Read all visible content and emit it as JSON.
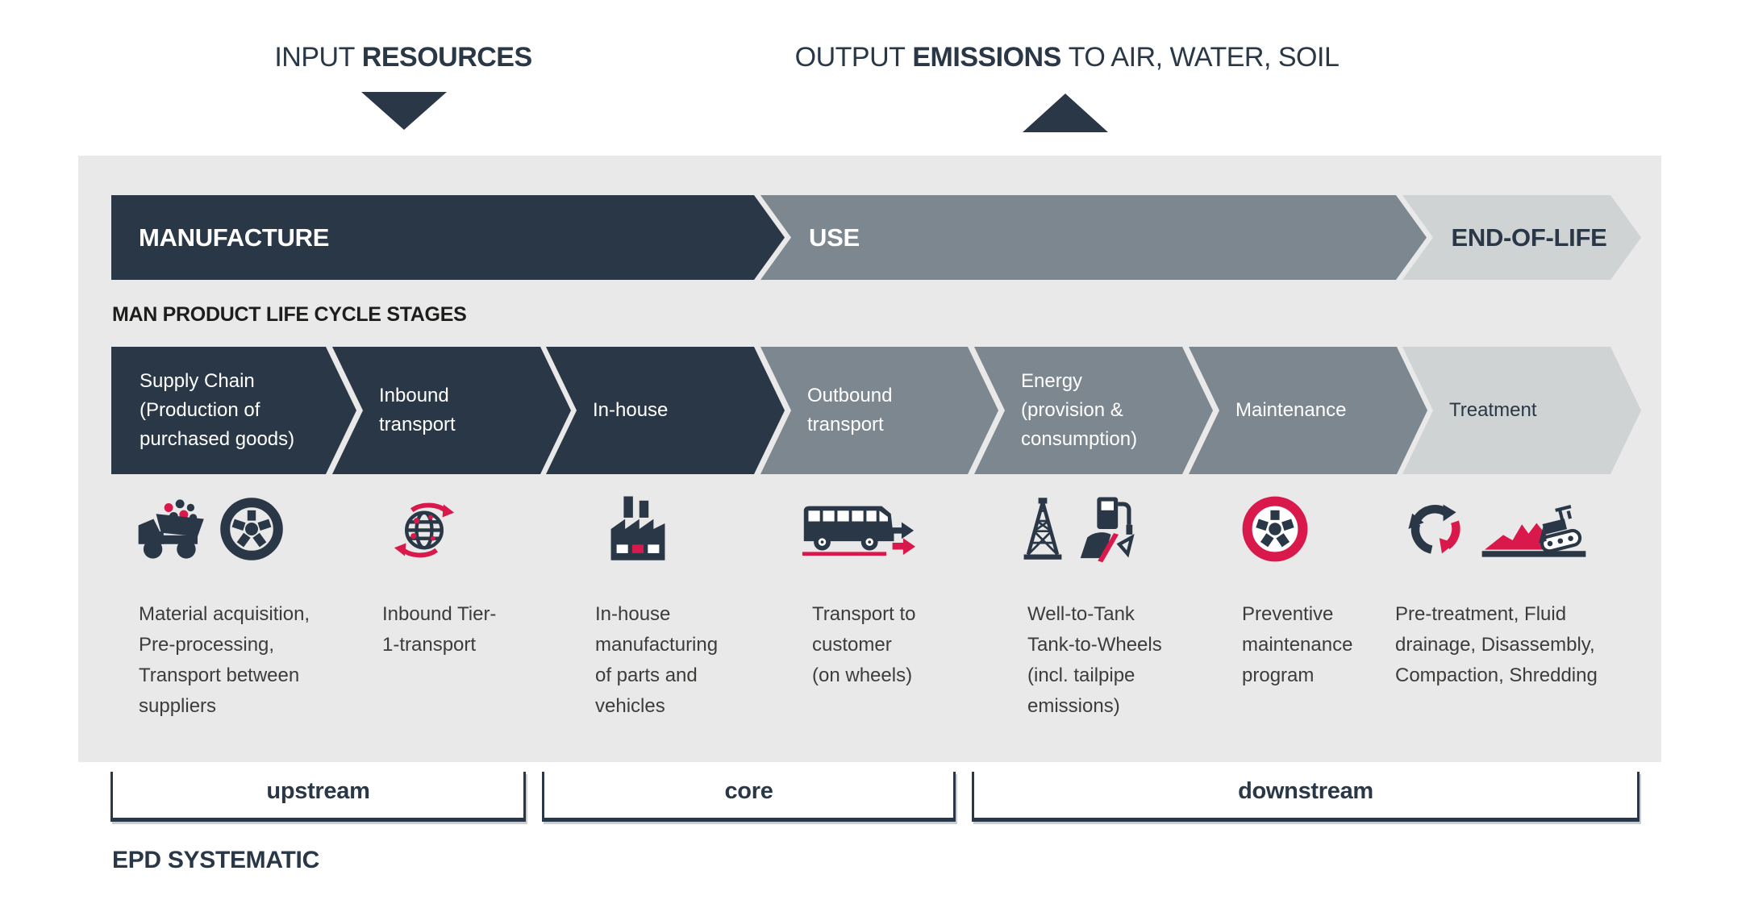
{
  "annotations": {
    "input": {
      "normal": "INPUT",
      "bold": "RESOURCES"
    },
    "output": {
      "prefix": "OUTPUT",
      "bold": "EMISSIONS",
      "suffix": "TO AIR, WATER, SOIL"
    }
  },
  "panel": {
    "subtitle": "MAN PRODUCT LIFE CYCLE STAGES",
    "main_stages": [
      {
        "label": "MANUFACTURE"
      },
      {
        "label": "USE"
      },
      {
        "label": "END-OF-LIFE"
      }
    ],
    "sub_stages": [
      {
        "label": "Supply Chain\n(Production of\npurchased goods)",
        "icons": [
          "dump-truck-icon",
          "tire-icon"
        ],
        "description": "Material acquisition,\nPre-processing,\nTransport between\nsuppliers"
      },
      {
        "label": "Inbound\ntransport",
        "icons": [
          "globe-orbit-icon"
        ],
        "description": "Inbound Tier-\n1-transport"
      },
      {
        "label": "In-house",
        "icons": [
          "factory-icon"
        ],
        "description": "In-house\nmanufacturing\nof parts and\nvehicles"
      },
      {
        "label": "Outbound\ntransport",
        "icons": [
          "bus-transport-icon"
        ],
        "description": "Transport to\ncustomer\n(on wheels)"
      },
      {
        "label": "Energy\n(provision &\nconsumption)",
        "icons": [
          "oil-derrick-icon",
          "fuel-pump-gauge-icon"
        ],
        "description": "Well-to-Tank\nTank-to-Wheels\n(incl. tailpipe\nemissions)"
      },
      {
        "label": "Maintenance",
        "icons": [
          "maintenance-tire-icon"
        ],
        "description": "Preventive\nmaintenance\nprogram"
      },
      {
        "label": "Treatment",
        "icons": [
          "recycle-icon",
          "compactor-icon"
        ],
        "description": "Pre-treatment, Fluid\ndrainage, Disassembly,\nCompaction, Shredding"
      }
    ]
  },
  "brackets": [
    {
      "label": "upstream"
    },
    {
      "label": "core"
    },
    {
      "label": "downstream"
    }
  ],
  "footer": {
    "label": "EPD SYSTEMATIC"
  },
  "colors": {
    "navy": "#2A3746",
    "medium_gray": "#7D8790",
    "light_gray": "#CFD3D4",
    "panel_background": "#E8E9E8",
    "accent_red": "#D9194B",
    "description_text": "#3C3C3B"
  }
}
